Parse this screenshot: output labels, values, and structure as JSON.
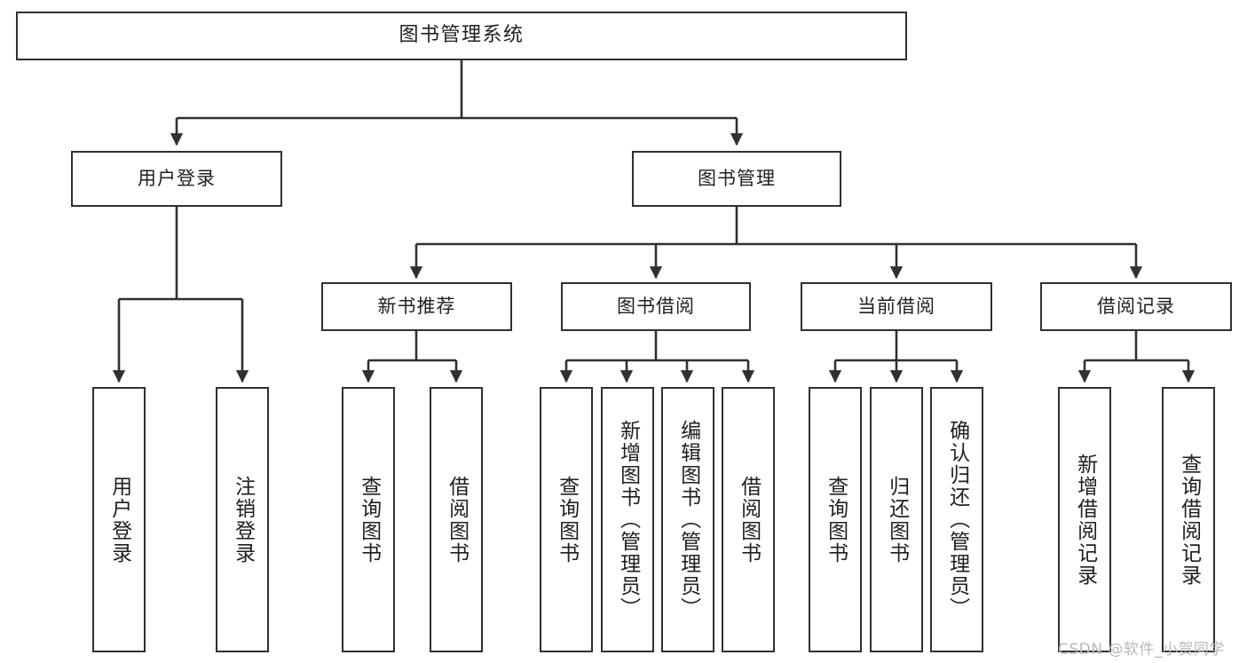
{
  "diagram": {
    "title": "图书管理系统",
    "type": "hierarchy-tree",
    "orientation": "top-down",
    "stroke_color": "#30302f",
    "fill_color": "#ffffff",
    "text_color": "#1f1f1f",
    "levels": 4
  },
  "root": {
    "label": "图书管理系统"
  },
  "level2": [
    {
      "label": "用户登录"
    },
    {
      "label": "图书管理"
    }
  ],
  "level3": [
    {
      "label": "新书推荐"
    },
    {
      "label": "图书借阅"
    },
    {
      "label": "当前借阅"
    },
    {
      "label": "借阅记录"
    }
  ],
  "leaves": {
    "user_login": [
      {
        "label": "用户登录"
      },
      {
        "label": "注销登录"
      }
    ],
    "new_book_recommend": [
      {
        "label": "查询图书"
      },
      {
        "label": "借阅图书"
      }
    ],
    "book_borrow": [
      {
        "label": "查询图书"
      },
      {
        "label": "新增图书（管理员）"
      },
      {
        "label": "编辑图书（管理员）"
      },
      {
        "label": "借阅图书"
      }
    ],
    "current_borrow": [
      {
        "label": "查询图书"
      },
      {
        "label": "归还图书"
      },
      {
        "label": "确认归还（管理员）"
      }
    ],
    "borrow_record": [
      {
        "label": "新增借阅记录"
      },
      {
        "label": "查询借阅记录"
      }
    ]
  },
  "watermark": {
    "text": "CSDN @软件_小贺同学"
  }
}
